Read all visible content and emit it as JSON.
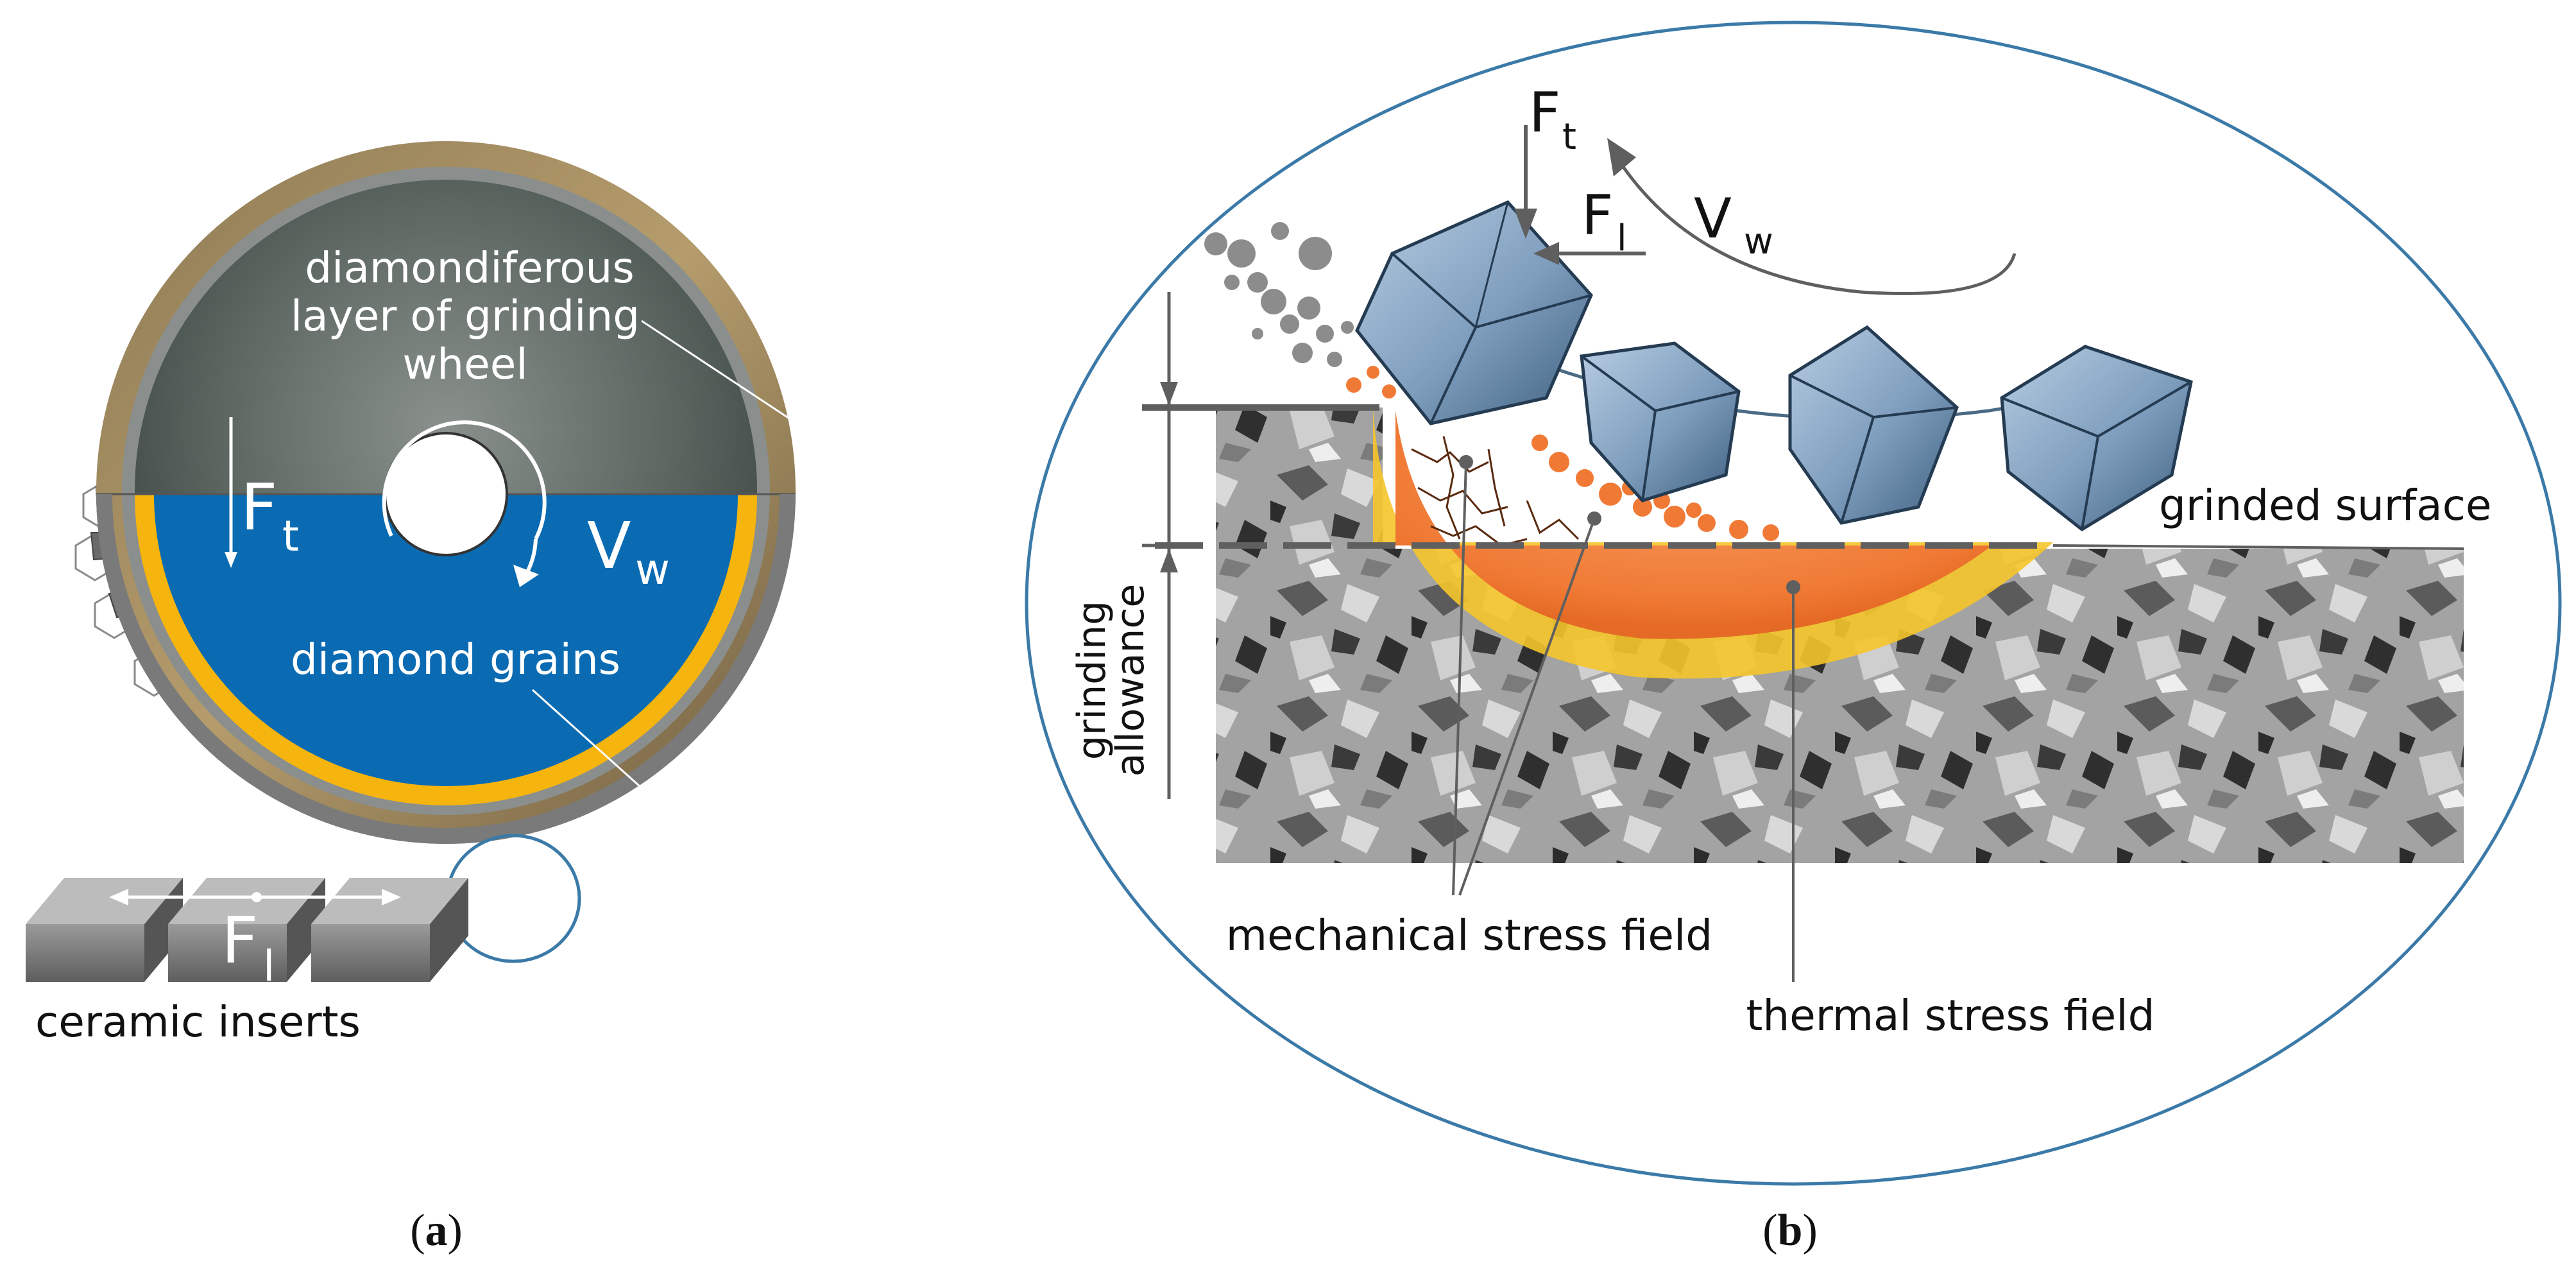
{
  "panel_a": {
    "caption": "(a)",
    "caption_letter": "a",
    "labels": {
      "diamondiferous": "diamondiferous",
      "layer_of_grinding": "layer of grinding",
      "wheel": "wheel",
      "f_t_main": "F",
      "f_t_sub": "t",
      "v_w_main": "V",
      "v_w_sub": "w",
      "diamond_grains": "diamond grains",
      "f_l_main": "F",
      "f_l_sub": "l",
      "ceramic_inserts": "ceramic inserts"
    }
  },
  "panel_b": {
    "caption": "(b)",
    "caption_letter": "b",
    "labels": {
      "f_t_main": "F",
      "f_t_sub": "t",
      "f_l_main": "F",
      "f_l_sub": "l",
      "v_w_main": "V",
      "v_w_sub": "w",
      "grinded_surface": "grinded surface",
      "grinding": "grinding",
      "allowance": "allowance",
      "mechanical_stress_field": "mechanical stress field",
      "thermal_stress_field": "thermal stress field"
    }
  },
  "colors": {
    "wheel_blue": "#0a6bb3",
    "diamond_yellow": "#f6b40e",
    "thermal_orange": "#f4894a",
    "ellipse_outline": "#3b7aa8",
    "grain_blue": "#7e9dbd"
  }
}
